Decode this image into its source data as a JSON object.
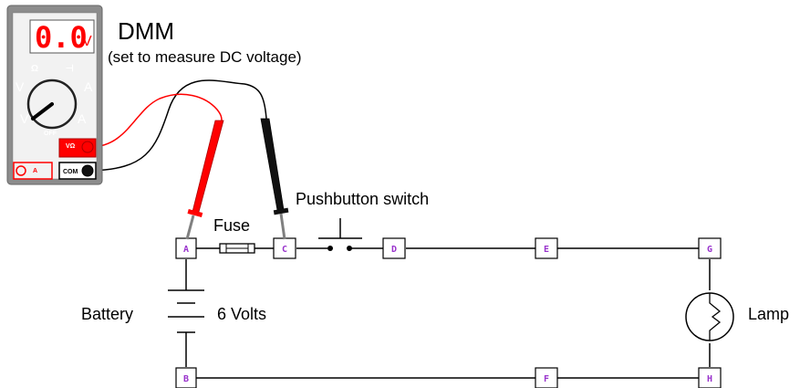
{
  "meter": {
    "name": "DMM",
    "note": "(set to measure DC voltage)",
    "reading": "0.0",
    "unit": "V",
    "dial_ohm": "Ω",
    "dial_diode": "⊣",
    "dial_off": "OFF",
    "dial_v_dc": "V",
    "dial_v_ac": "V",
    "dial_a_ac": "A",
    "dial_a_dc": "A",
    "jack_vohm": "VΩ",
    "jack_com": "COM",
    "jack_a": "A"
  },
  "terminals": {
    "A": "A",
    "B": "B",
    "C": "C",
    "D": "D",
    "E": "E",
    "F": "F",
    "G": "G",
    "H": "H"
  },
  "labels": {
    "fuse": "Fuse",
    "switch": "Pushbutton switch",
    "battery": "Battery",
    "voltage": "6 Volts",
    "lamp": "Lamp"
  },
  "colors": {
    "display_red": "#ff0000",
    "probe_red": "#ff0000",
    "probe_black": "#111111",
    "terminal_text": "#9933cc",
    "meter_body": "#8c8c8c",
    "meter_face": "#f2f2f2"
  }
}
